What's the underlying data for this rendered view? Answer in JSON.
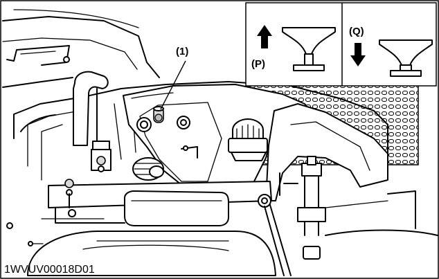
{
  "callout_number": "(1)",
  "inset": {
    "up_label": "(P)",
    "down_label": "(Q)",
    "up_arrow_icon": "arrow-up-icon",
    "down_arrow_icon": "arrow-down-icon"
  },
  "figure_code": "1WVUV00018D01"
}
